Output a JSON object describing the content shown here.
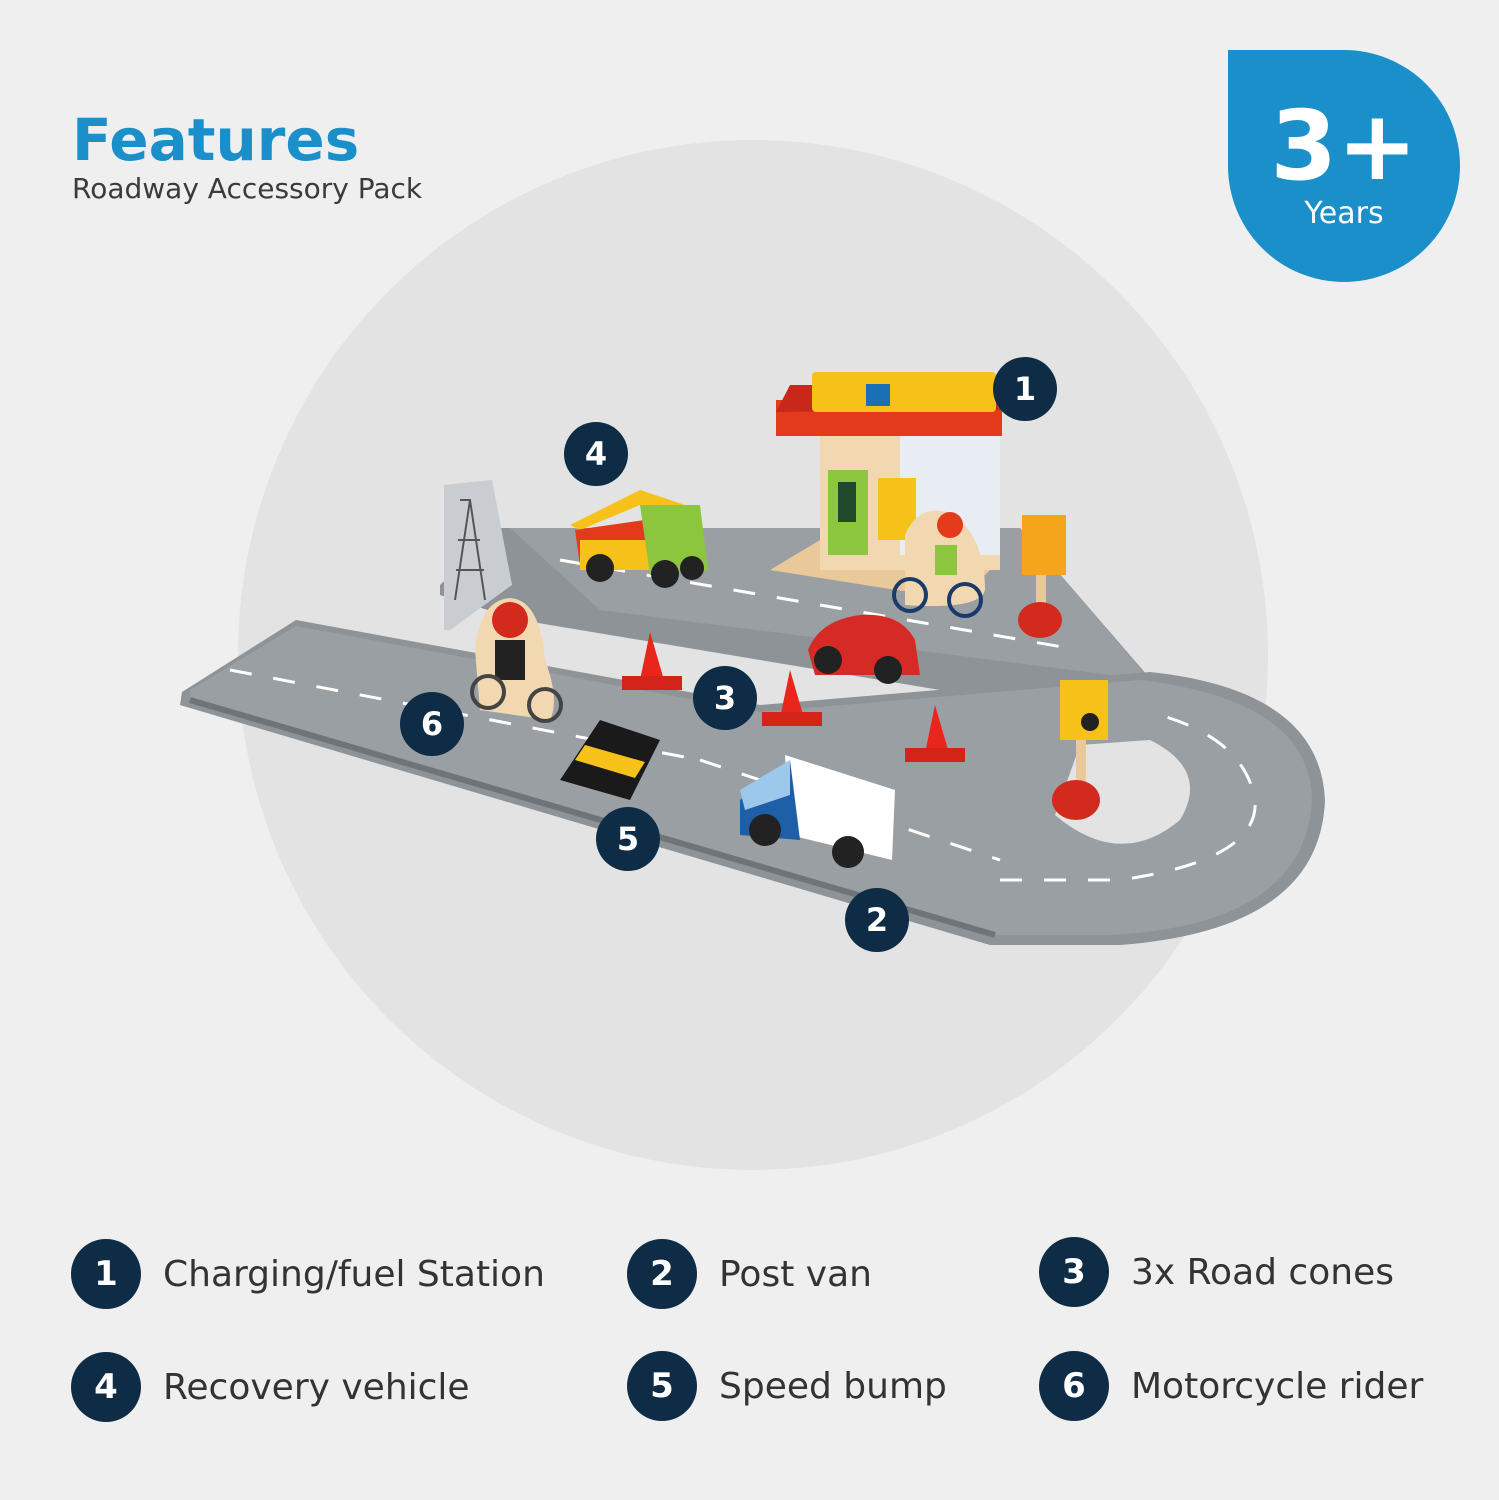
{
  "header": {
    "title": "Features",
    "subtitle": "Roadway Accessory Pack"
  },
  "age_badge": {
    "number": "3+",
    "label": "Years",
    "color": "#1a8fc9"
  },
  "markers": [
    "1",
    "2",
    "3",
    "4",
    "5",
    "6"
  ],
  "legend": [
    {
      "num": "1",
      "label": "Charging/fuel Station"
    },
    {
      "num": "2",
      "label": "Post van"
    },
    {
      "num": "3",
      "label": "3x Road cones"
    },
    {
      "num": "4",
      "label": "Recovery vehicle"
    },
    {
      "num": "5",
      "label": "Speed bump"
    },
    {
      "num": "6",
      "label": "Motorcycle rider"
    }
  ],
  "colors": {
    "accent": "#1a8fc9",
    "marker": "#0e2c45",
    "road": "#8e9398",
    "background": "#efefef"
  }
}
